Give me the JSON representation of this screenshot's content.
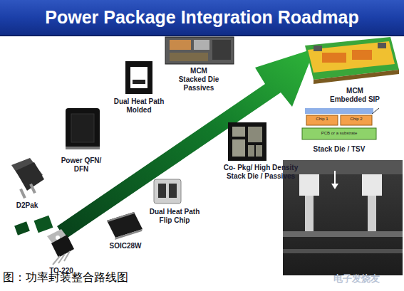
{
  "diagram": {
    "title": "Power Package Integration Roadmap",
    "caption": "图：功率封装整合路线图",
    "labels": [
      "MCM Stacked Die Passives",
      "MCM Embedded SIP",
      "Dual Heat Path Molded",
      "Chip 1",
      "Chip 2",
      "PCB or a substrate",
      "Stack Die / TSV",
      "Power QFN/ DFN",
      "Co- Pkg/ High Density Stack Die / Passives",
      "D2Pak",
      "Dual Heat Path Flip Chip",
      "SOIC28W",
      "TO-220",
      "电子发烧友"
    ]
  }
}
